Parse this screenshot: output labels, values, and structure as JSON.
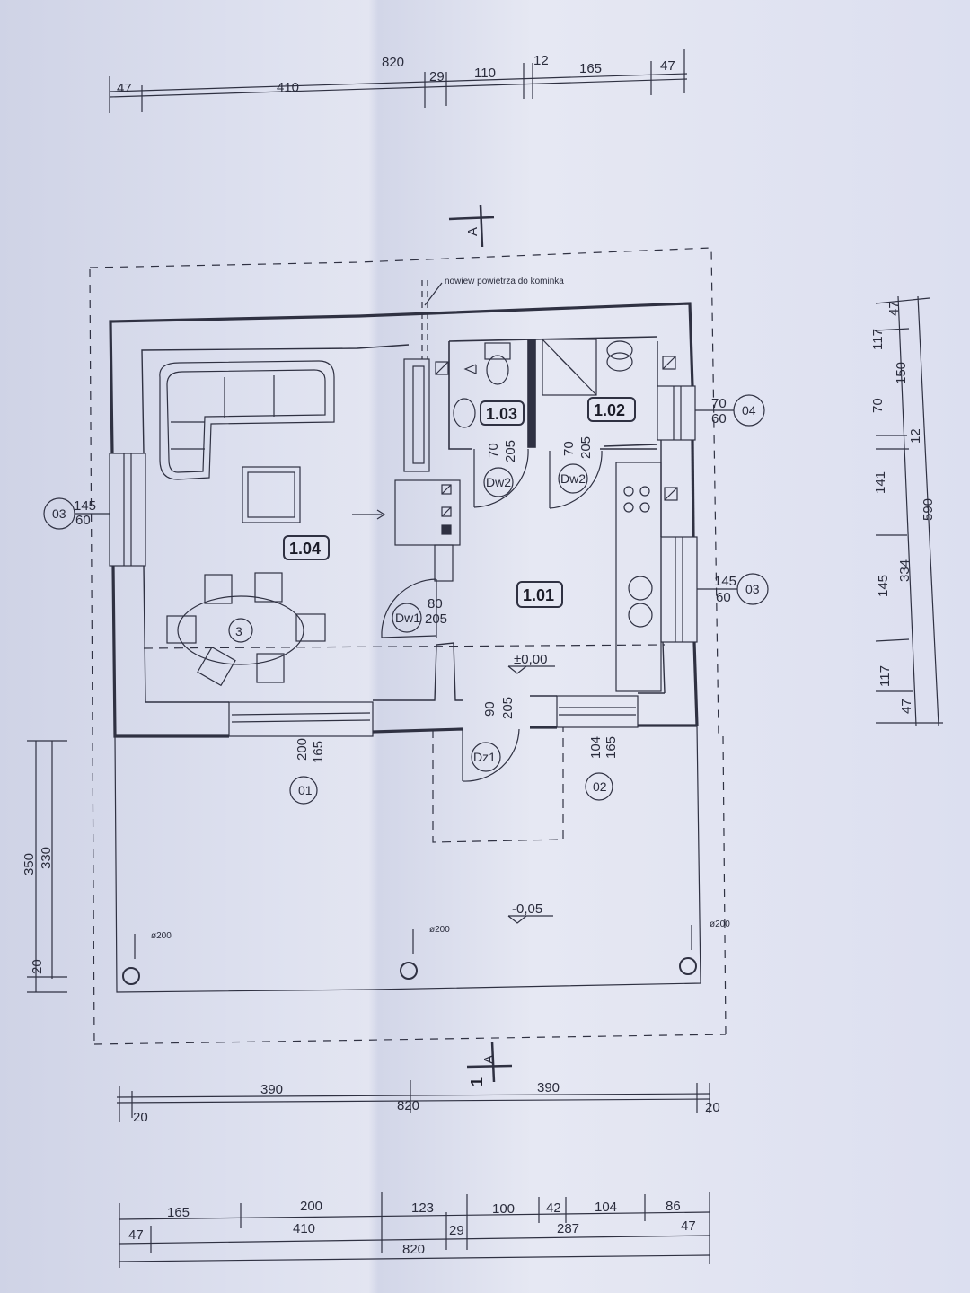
{
  "drawing": {
    "top_dimensions": {
      "total": "820",
      "a": "47",
      "b": "410",
      "c": "29",
      "d": "110",
      "e": "12",
      "f": "165",
      "g": "47"
    },
    "section_marker_top": "A",
    "section_marker_bottom": "A",
    "section_number_bottom": "1",
    "annotation_air": "nowiew powietrza do kominka",
    "rooms": {
      "r104": "1.04",
      "r103": "1.03",
      "r102": "1.02",
      "r101": "1.01"
    },
    "doors": {
      "dw1": {
        "tag": "Dw1",
        "w": "80",
        "h": "205"
      },
      "dw2a": {
        "tag": "Dw2",
        "w": "70",
        "h": "205"
      },
      "dw2b": {
        "tag": "Dw2",
        "w": "70",
        "h": "205"
      },
      "dz1": {
        "tag": "Dz1",
        "w": "90",
        "h": "205"
      }
    },
    "windows": {
      "w03_left": {
        "tag": "03",
        "w": "145",
        "h": "60"
      },
      "w04": {
        "tag": "04",
        "w": "70",
        "h": "60"
      },
      "w03_right": {
        "tag": "03",
        "w": "145",
        "h": "60"
      },
      "d01": {
        "tag": "01",
        "w": "200",
        "h": "165"
      },
      "d02": {
        "tag": "02",
        "w": "104",
        "h": "165"
      }
    },
    "levels": {
      "floor": "±0,00",
      "terrace": "-0,05"
    },
    "column_diam": "ø200",
    "table_mark": "3",
    "right_dimensions": {
      "a": "47",
      "b": "117",
      "c": "150",
      "d": "70",
      "e": "12",
      "f": "141",
      "g": "590",
      "h": "145",
      "i": "334",
      "j": "117",
      "k": "47"
    },
    "left_dimensions": {
      "total": "350",
      "inner": "330",
      "base": "20"
    },
    "bottom_dimensions_1": {
      "left": "390",
      "total": "820",
      "right": "390",
      "end_l": "20",
      "end_r": "20"
    },
    "bottom_dimensions_2": {
      "a": "165",
      "b": "200",
      "c": "123",
      "d": "100",
      "e": "42",
      "f": "104",
      "g": "86"
    },
    "bottom_dimensions_3": {
      "a": "47",
      "b": "410",
      "c": "29",
      "d": "287",
      "e": "47"
    },
    "bottom_dimensions_4": {
      "total": "820"
    }
  }
}
